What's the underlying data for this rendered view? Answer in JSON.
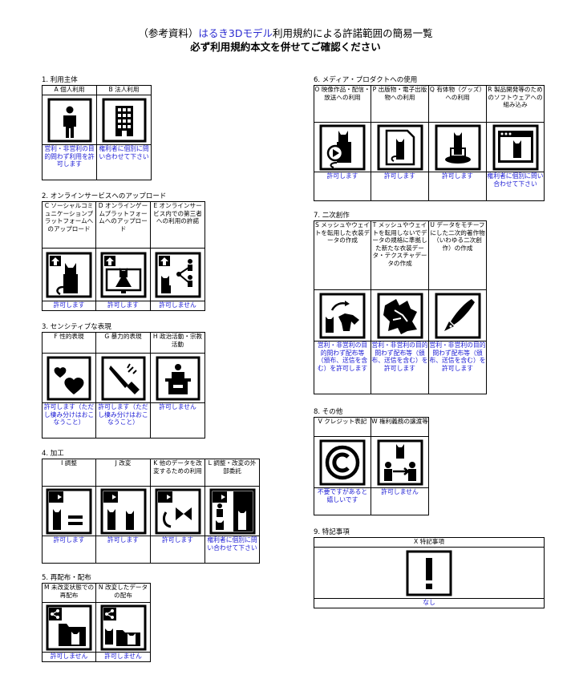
{
  "title": {
    "prefix": "（参考資料）",
    "accent": "はるき3Dモデル",
    "suffix": "利用規約による許諾範囲の簡易一覧",
    "line2": "必ず利用規約本文を併せてご確認ください"
  },
  "sections": {
    "s1": {
      "title": "1. 利用主体",
      "items": [
        {
          "header": "A 個人利用",
          "status": "営利・非営利の目的問わず利用を許可します",
          "icon": "person-icon"
        },
        {
          "header": "B 法人利用",
          "status": "権利者に個別に問い合わせて下さい",
          "icon": "building-icon"
        }
      ]
    },
    "s2": {
      "title": "2. オンラインサービスへのアップロード",
      "items": [
        {
          "header": "C ソーシャルコミュニケーションプラットフォームへのアップロード",
          "status": "許可します",
          "icon": "upload-social-icon"
        },
        {
          "header": "D オンラインゲームプラットフォームへのアップロード",
          "status": "許可します",
          "icon": "game-platform-icon"
        },
        {
          "header": "E オンラインサービス内での第三者への利用の許諾",
          "status": "許可しません",
          "icon": "share-third-party-icon"
        }
      ]
    },
    "s3": {
      "title": "3. センシティブな表現",
      "items": [
        {
          "header": "F 性的表現",
          "status": "許可します（ただし棲み分けはおこなうこと）",
          "icon": "hearts-icon"
        },
        {
          "header": "G 暴力的表現",
          "status": "許可します（ただし棲み分けはおこなうこと）",
          "icon": "knife-icon"
        },
        {
          "header": "H 政治活動・宗教活動",
          "status": "許可しません",
          "icon": "podium-icon"
        }
      ]
    },
    "s4": {
      "title": "4. 加工",
      "items": [
        {
          "header": "I 調整",
          "status": "許可します",
          "icon": "adjust-icon"
        },
        {
          "header": "J 改変",
          "status": "許可します",
          "icon": "modify-icon"
        },
        {
          "header": "K 他のデータを改変するための利用",
          "status": "許可します",
          "icon": "other-data-icon"
        },
        {
          "header": "L 調整・改変の外部委託",
          "status": "権利者に個別に問い合わせて下さい",
          "icon": "outsource-icon"
        }
      ]
    },
    "s5": {
      "title": "5. 再配布・配布",
      "items": [
        {
          "header": "M 未改変状態での再配布",
          "status": "許可しません",
          "icon": "redistribute-icon"
        },
        {
          "header": "N 改変したデータの配布",
          "status": "許可しません",
          "icon": "distribute-modified-icon"
        }
      ]
    },
    "s6": {
      "title": "6. メディア・プロダクトへの使用",
      "items": [
        {
          "header": "O 映像作品・配信・放送への利用",
          "status": "許可します",
          "icon": "video-icon"
        },
        {
          "header": "P 出版物・電子出版物への利用",
          "status": "許可します",
          "icon": "publication-icon"
        },
        {
          "header": "Q 有体物（グッズ）への利用",
          "status": "許可します",
          "icon": "goods-icon"
        },
        {
          "header": "R 製品開発等のためのソフトウェアへの組み込み",
          "status": "権利者に個別に問い合わせて下さい",
          "icon": "software-icon"
        }
      ]
    },
    "s7": {
      "title": "7. 二次創作",
      "items": [
        {
          "header": "S メッシュやウェイトを転用した衣装データの作成",
          "status": "営利・非営利の目的問わず配布等（頒布、送信を含む）を許可します",
          "icon": "costume-icon"
        },
        {
          "header": "T メッシュやウェイトを転用しないでデータの規格に準拠した新たな衣装データ・テクスチャデータの作成",
          "status": "営利・非営利の目的問わず配布等（頒布、送信を含む）を許可します",
          "icon": "new-costume-icon"
        },
        {
          "header": "U データをモチーフにした二次的著作物（いわゆる二次創作）の作成",
          "status": "営利・非営利の目的問わず配布等（頒布、送信を含む）を許可します",
          "icon": "pen-icon"
        }
      ]
    },
    "s8": {
      "title": "8. その他",
      "items": [
        {
          "header": "V クレジット表記",
          "status": "不要ですがあると嬉しいです",
          "icon": "copyright-icon"
        },
        {
          "header": "W 権利義務の譲渡等",
          "status": "許可しません",
          "icon": "transfer-icon"
        }
      ]
    },
    "s9": {
      "title": "9. 特記事項",
      "items": [
        {
          "header": "X 特記事項",
          "status": "なし",
          "icon": "exclamation-icon"
        }
      ]
    }
  }
}
